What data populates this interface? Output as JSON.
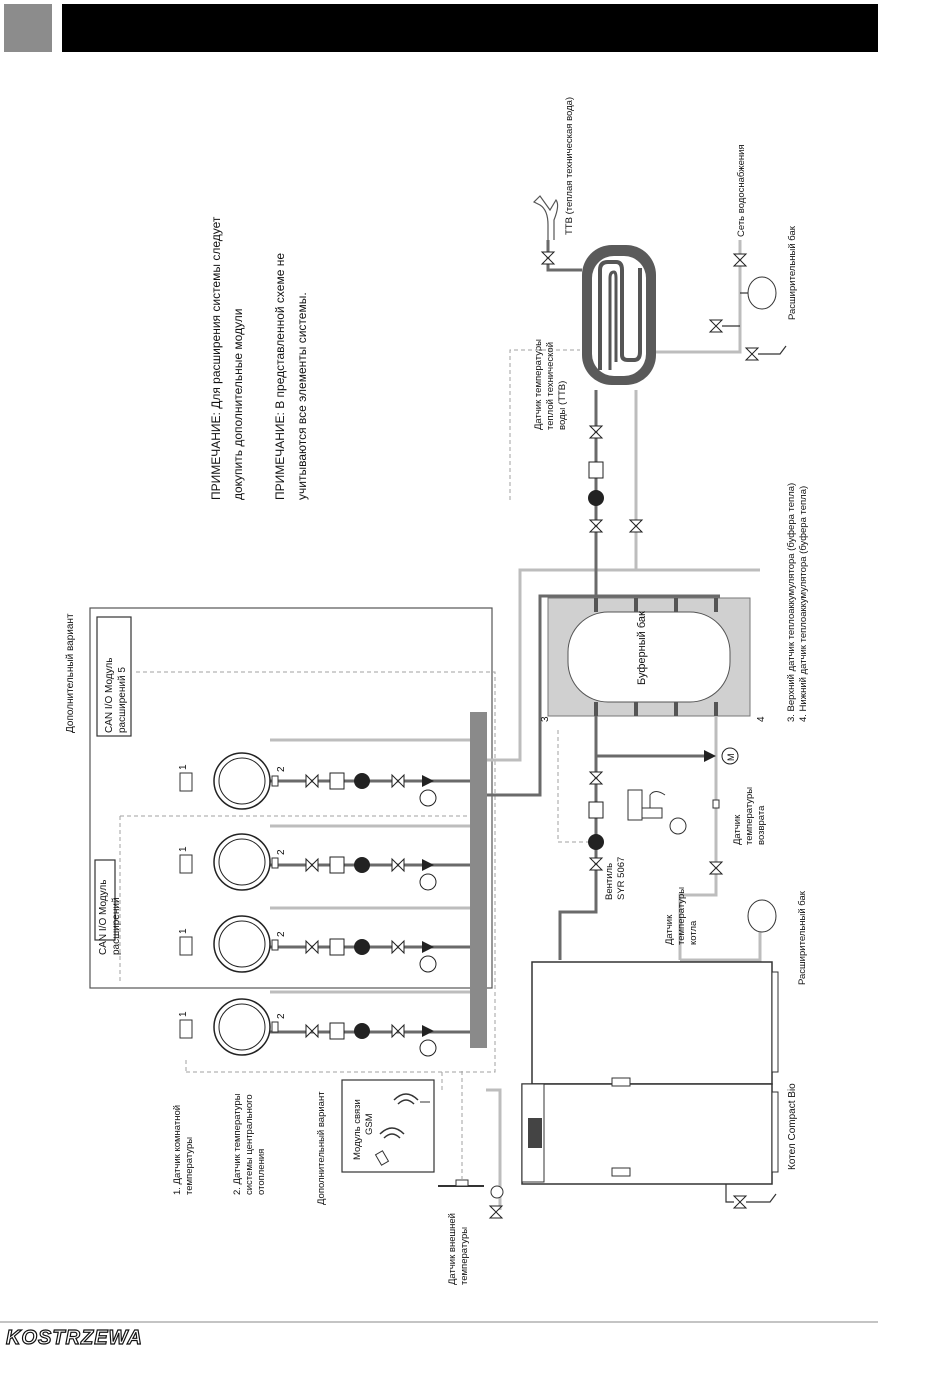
{
  "header": {
    "bar_color": "#000000",
    "tab_color": "#8c8c8c"
  },
  "brand": {
    "logo": "KOSTRZEWA"
  },
  "notes": {
    "note1_line1": "ПРИМЕЧАНИЕ: Для расширения системы следует",
    "note1_line2": "докупить дополнительные модули",
    "note2_line1": "ПРИМЕЧАНИЕ: В представленной схеме не",
    "note2_line2": "учитываются все элементы системы."
  },
  "labels": {
    "optional_variant_top": "Дополнительный вариант",
    "can_module_5_line1": "CAN I/O Модуль",
    "can_module_5_line2": "расширений 5",
    "can_module_line1": "CAN I/O Модуль",
    "can_module_line2": "расширений",
    "buffer_tank": "Буферный бак",
    "legend3": "3. Верхний датчик теплоаккумулятора (буфера тепла)",
    "legend4": "4. Нижний датчик теплоаккумулятора (буфера тепла)",
    "hot_water": "ТТВ (теплая техническая вода)",
    "water_supply": "Сеть водоснабжения",
    "expansion_tank_right": "Расширительный бак",
    "dhw_sensor_l1": "Датчик температуры",
    "dhw_sensor_l2": "теплой технической",
    "dhw_sensor_l3": "воды (ТТВ)",
    "return_sensor_l1": "Датчик",
    "return_sensor_l2": "температуры",
    "return_sensor_l3": "возврата",
    "valve_l1": "Вентиль",
    "valve_l2": "SYR 5067",
    "boiler_sensor_l1": "Датчик",
    "boiler_sensor_l2": "температуры",
    "boiler_sensor_l3": "котла",
    "expansion_tank_bottom": "Расширительный бак",
    "boiler": "Котел Compact Bio",
    "room_sensor_l1": "1. Датчик комнатной",
    "room_sensor_l2": "температуры",
    "ch_sensor_l1": "2. Датчик температуры",
    "ch_sensor_l2": "системы центрального",
    "ch_sensor_l3": "отопления",
    "optional_variant_bottom": "Дополнительный вариант",
    "gsm_l1": "Модуль связи",
    "gsm_l2": "GSM",
    "outdoor_sensor_l1": "Датчик внешней",
    "outdoor_sensor_l2": "температуры",
    "num1": "1",
    "num2": "2",
    "num3": "3",
    "num4": "4",
    "motor": "M"
  }
}
